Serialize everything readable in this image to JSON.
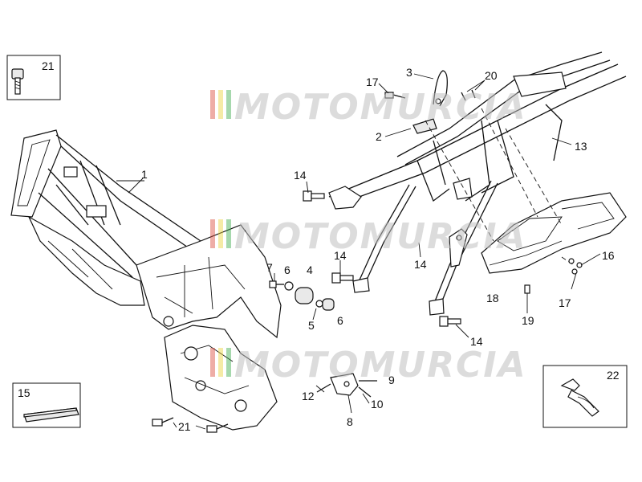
{
  "watermark": {
    "text": "MOTOMURCIA",
    "colors": [
      "#d94a3a",
      "#e8d23a",
      "#3aa84a"
    ]
  },
  "callouts": {
    "c1": "1",
    "c2": "2",
    "c3": "3",
    "c4": "4",
    "c5": "5",
    "c6a": "6",
    "c6b": "6",
    "c7": "7",
    "c8": "8",
    "c9": "9",
    "c10": "10",
    "c12": "12",
    "c13": "13",
    "c14a": "14",
    "c14b": "14",
    "c14c": "14",
    "c14d": "14",
    "c15": "15",
    "c16": "16",
    "c17a": "17",
    "c17b": "17",
    "c18": "18",
    "c19": "19",
    "c20": "20",
    "c21a": "21",
    "c21b": "21",
    "c22": "22"
  },
  "colors": {
    "ink": "#111111",
    "watermark": "#bfbfbf"
  }
}
